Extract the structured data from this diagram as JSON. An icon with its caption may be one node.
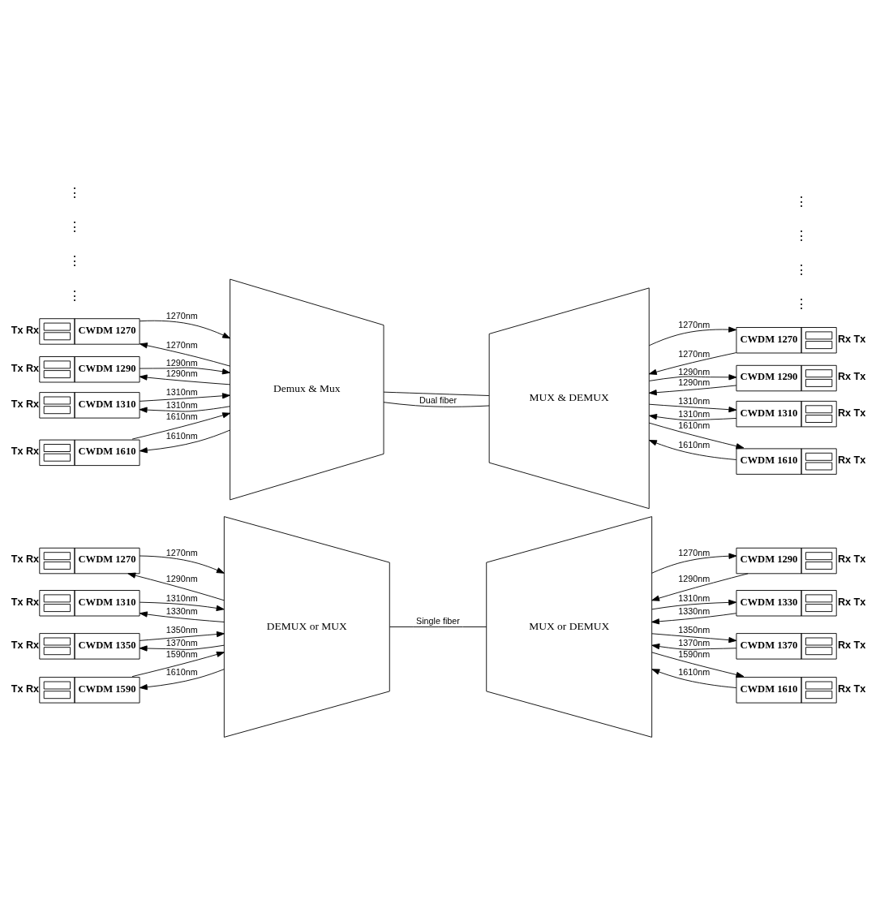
{
  "diagram": {
    "nodes": [
      {
        "text": [
          "CWDM 1270"
        ],
        "beside": [
          "Tx Rx"
        ]
      },
      {
        "text": [
          "CWDM 1310"
        ],
        "beside": [
          "Tx Rx"
        ]
      },
      {
        "text": [
          "CWDM 1350"
        ],
        "beside": [
          "Tx Rx"
        ]
      },
      {
        "text": [
          "CWDM 1590"
        ],
        "beside": [
          "Tx Rx"
        ]
      },
      {
        "text": [
          "DEMUX or MUX"
        ]
      },
      {
        "text": [
          "MUX or DEMUX"
        ]
      },
      {
        "text": [
          "CWDM 1290"
        ],
        "beside": [
          "Rx Tx"
        ]
      },
      {
        "text": [
          "CWDM 1330"
        ],
        "beside": [
          "Rx Tx"
        ]
      },
      {
        "text": [
          "CWDM 1370"
        ],
        "beside": [
          "Rx Tx"
        ]
      },
      {
        "text": [
          "CWDM 1610"
        ],
        "beside": [
          "Rx Tx"
        ]
      },
      {
        "text": [
          "CWDM 1270"
        ],
        "beside": [
          "Tx Rx"
        ]
      },
      {
        "text": [
          "CWDM 1290"
        ],
        "beside": [
          "Tx Rx"
        ]
      },
      {
        "text": [
          "CWDM 1310"
        ],
        "beside": [
          "Tx Rx"
        ]
      },
      {
        "text": [
          "CWDM 1610"
        ],
        "beside": [
          "Tx Rx"
        ]
      },
      {
        "text": [
          "Demux & Mux"
        ]
      },
      {
        "text": [
          "MUX & DEMUX"
        ]
      },
      {
        "text": [
          "CWDM 1270"
        ],
        "beside": [
          "Rx Tx"
        ]
      },
      {
        "text": [
          "CWDM 1290"
        ],
        "beside": [
          "Rx Tx"
        ]
      },
      {
        "text": [
          "CWDM 1310"
        ],
        "beside": [
          "Rx Tx"
        ]
      },
      {
        "text": [
          "CWDM 1610"
        ],
        "beside": [
          "Rx Tx"
        ]
      }
    ],
    "edges": [
      {
        "from": 0,
        "to": 4,
        "arrow": "to",
        "label": "1270nm"
      },
      {
        "from": 4,
        "to": 0,
        "arrow": "to",
        "label": "1290nm"
      },
      {
        "from": 1,
        "to": 4,
        "arrow": "to",
        "label": "1310nm"
      },
      {
        "from": 4,
        "to": 1,
        "arrow": "to",
        "label": "1330nm"
      },
      {
        "from": 2,
        "to": 4,
        "arrow": "to",
        "label": "1350nm"
      },
      {
        "from": 4,
        "to": 2,
        "arrow": "to",
        "label": "1370nm"
      },
      {
        "from": 3,
        "to": 4,
        "arrow": "to",
        "label": "1590nm"
      },
      {
        "from": 4,
        "to": 3,
        "arrow": "to",
        "label": "1610nm"
      },
      {
        "from": 4,
        "to": 5,
        "arrow": "none",
        "label": "Single fiber"
      },
      {
        "from": 5,
        "to": 6,
        "arrow": "to",
        "label": "1270nm"
      },
      {
        "from": 6,
        "to": 5,
        "arrow": "to",
        "label": "1290nm"
      },
      {
        "from": 5,
        "to": 7,
        "arrow": "to",
        "label": "1310nm"
      },
      {
        "from": 7,
        "to": 5,
        "arrow": "to",
        "label": "1330nm"
      },
      {
        "from": 5,
        "to": 8,
        "arrow": "to",
        "label": "1350nm"
      },
      {
        "from": 8,
        "to": 5,
        "arrow": "to",
        "label": "1370nm"
      },
      {
        "from": 5,
        "to": 9,
        "arrow": "to",
        "label": "1590nm"
      },
      {
        "from": 9,
        "to": 5,
        "arrow": "to",
        "label": "1610nm"
      },
      {
        "from": 10,
        "to": 14,
        "arrow": "to",
        "label": "1270nm"
      },
      {
        "from": 14,
        "to": 10,
        "arrow": "to",
        "label": "1270nm"
      },
      {
        "from": 11,
        "to": 14,
        "arrow": "to",
        "label": "1290nm"
      },
      {
        "from": 14,
        "to": 11,
        "arrow": "to",
        "label": "1290nm"
      },
      {
        "from": 12,
        "to": 14,
        "arrow": "to",
        "label": "1310nm"
      },
      {
        "from": 14,
        "to": 12,
        "arrow": "to",
        "label": "1310nm"
      },
      {
        "from": 13,
        "to": 14,
        "arrow": "to",
        "label": "1610nm"
      },
      {
        "from": 14,
        "to": 13,
        "arrow": "to",
        "label": "1610nm"
      },
      {
        "from": 14,
        "to": 15,
        "arrow": "none"
      },
      {
        "from": 14,
        "to": 15,
        "arrow": "none",
        "label": "Dual fiber"
      },
      {
        "from": 15,
        "to": 16,
        "arrow": "to",
        "label": "1270nm"
      },
      {
        "from": 16,
        "to": 15,
        "arrow": "to",
        "label": "1270nm"
      },
      {
        "from": 15,
        "to": 17,
        "arrow": "to",
        "label": "1290nm"
      },
      {
        "from": 17,
        "to": 15,
        "arrow": "to",
        "label": "1290nm"
      },
      {
        "from": 15,
        "to": 18,
        "arrow": "to",
        "label": "1310nm"
      },
      {
        "from": 18,
        "to": 15,
        "arrow": "to",
        "label": "1310nm"
      },
      {
        "from": 15,
        "to": 19,
        "arrow": "to",
        "label": "1610nm"
      },
      {
        "from": 19,
        "to": 15,
        "arrow": "to",
        "label": "1610nm"
      }
    ],
    "labels": [
      "⋮",
      "⋮",
      "⋮",
      "⋮",
      "⋮",
      "⋮",
      "⋮",
      "⋮"
    ]
  }
}
